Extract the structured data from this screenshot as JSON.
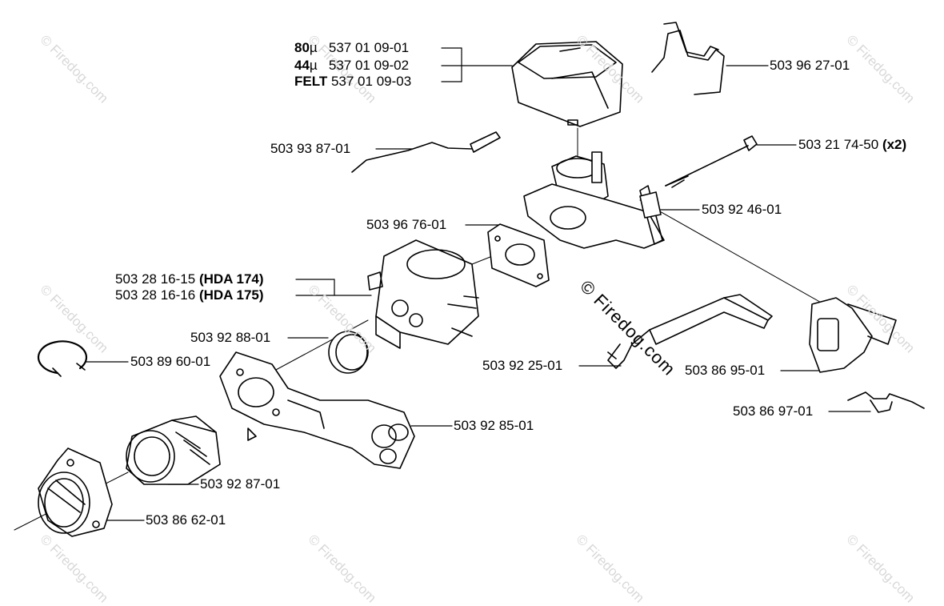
{
  "watermark": "© Firedog.com",
  "parts": {
    "filter_80": {
      "grade": "80",
      "unit": "µ",
      "number": "537 01 09-01"
    },
    "filter_44": {
      "grade": "44",
      "unit": "µ",
      "number": "537 01 09-02"
    },
    "filter_felt": {
      "grade": "FELT",
      "number": "537 01 09-03"
    },
    "clip": "503 96 27-01",
    "wire_rod": "503 93 87-01",
    "bolt": "503 21 74-50",
    "bolt_qty": "(x2)",
    "bushing": "503 92 46-01",
    "gasket": "503 96 76-01",
    "carb_174": {
      "number": "503 28 16-15",
      "model": "(HDA 174)"
    },
    "carb_175": {
      "number": "503 28 16-16",
      "model": "(HDA 175)"
    },
    "ring_seal": "503 92 88-01",
    "circlip": "503 89 60-01",
    "lever": "503 92 25-01",
    "bracket": "503 86 95-01",
    "spring": "503 86 97-01",
    "intake_manifold": "503 92 85-01",
    "boot": "503 92 87-01",
    "flange": "503 86 62-01"
  }
}
